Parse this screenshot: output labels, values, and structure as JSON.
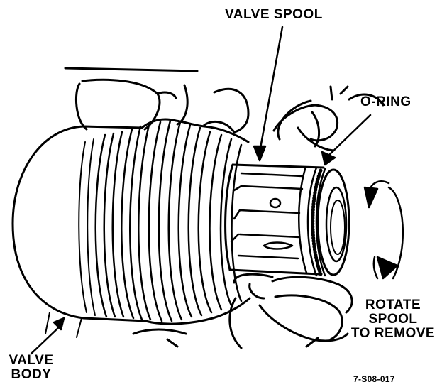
{
  "labels": {
    "valve_spool": "VALVE SPOOL",
    "o_ring": "O-RING",
    "rotate": [
      "ROTATE",
      "SPOOL",
      "TO REMOVE"
    ],
    "valve_body": [
      "VALVE",
      "BODY"
    ],
    "figure_id": "7-S08-017"
  },
  "colors": {
    "ink": "#000000",
    "paper": "#ffffff"
  }
}
